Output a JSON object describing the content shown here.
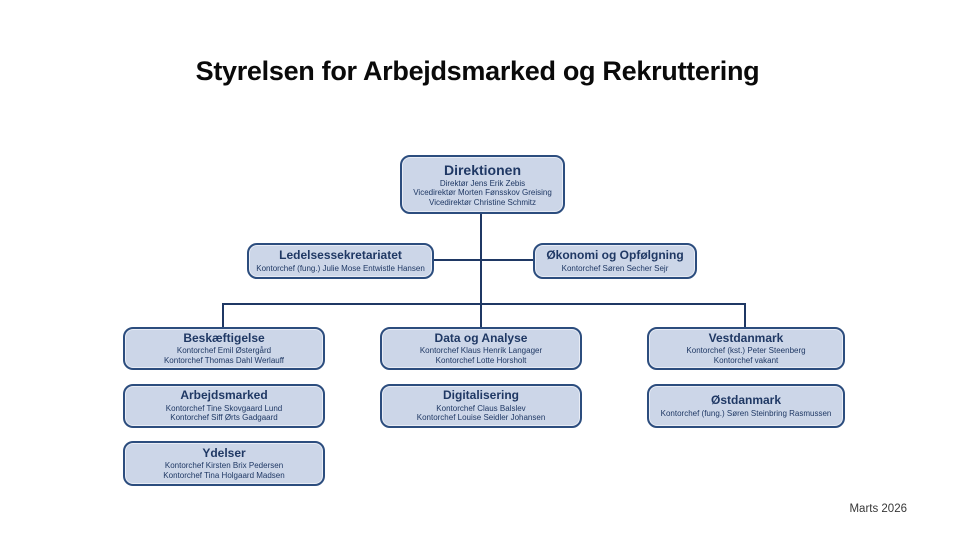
{
  "page": {
    "title": "Styrelsen for Arbejdsmarked og Rekruttering",
    "footer_date": "Marts 2026"
  },
  "colors": {
    "box_fill": "#ccd6e8",
    "box_border": "#2c4d7e",
    "text": "#1f3864",
    "line": "#1f3864"
  },
  "boxes": {
    "direktionen": {
      "title": "Direktionen",
      "lines": [
        "Direktør Jens Erik Zebis",
        "Vicedirektør Morten Fønsskov Greising",
        "Vicedirektør Christine Schmitz"
      ]
    },
    "ledelsessekretariatet": {
      "title": "Ledelsessekretariatet",
      "lines": [
        "Kontorchef (fung.) Julie Mose Entwistle Hansen"
      ]
    },
    "okonomi_og_opfolgning": {
      "title": "Økonomi og Opfølgning",
      "lines": [
        "Kontorchef Søren Secher Sejr"
      ]
    },
    "beskaeftigelse": {
      "title": "Beskæftigelse",
      "lines": [
        "Kontorchef Emil Østergård",
        "Kontorchef Thomas Dahl Werlauff"
      ]
    },
    "data_og_analyse": {
      "title": "Data og Analyse",
      "lines": [
        "Kontorchef Klaus Henrik Langager",
        "Kontorchef Lotte Horsholt"
      ]
    },
    "vestdanmark": {
      "title": "Vestdanmark",
      "lines": [
        "Kontorchef (kst.) Peter Steenberg",
        "Kontorchef vakant"
      ]
    },
    "arbejdsmarked": {
      "title": "Arbejdsmarked",
      "lines": [
        "Kontorchef Tine Skovgaard Lund",
        "Kontorchef Siff Ørts Gadgaard"
      ]
    },
    "digitalisering": {
      "title": "Digitalisering",
      "lines": [
        "Kontorchef Claus Balslev",
        "Kontorchef Louise Seidler Johansen"
      ]
    },
    "ostdanmark": {
      "title": "Østdanmark",
      "lines": [
        "Kontorchef (fung.) Søren Steinbring Rasmussen"
      ]
    },
    "ydelser": {
      "title": "Ydelser",
      "lines": [
        "Kontorchef Kirsten Brix Pedersen",
        "Kontorchef Tina Holgaard Madsen"
      ]
    }
  }
}
